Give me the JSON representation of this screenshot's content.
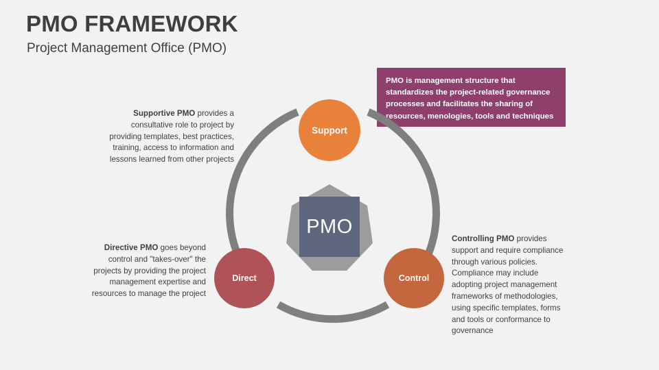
{
  "header": {
    "title": "PMO FRAMEWORK",
    "subtitle": "Project Management Office (PMO)"
  },
  "callout": {
    "text": "PMO is management structure that standardizes the project-related governance processes and facilitates the sharing of resources, menologies, tools and techniques",
    "background_color": "#8e3f6b",
    "text_color": "#ffffff"
  },
  "diagram": {
    "center": {
      "label": "PMO",
      "square_color": "#5e677d",
      "polygon_color": "#9c9c9c"
    },
    "ring_color": "#7f7f7f",
    "nodes": [
      {
        "id": "support",
        "label": "Support",
        "color": "#e8813a"
      },
      {
        "id": "direct",
        "label": "Direct",
        "color": "#b05358"
      },
      {
        "id": "control",
        "label": "Control",
        "color": "#c4663e"
      }
    ]
  },
  "descriptions": {
    "supportive": {
      "lead": "Supportive PMO",
      "body": " provides a consultative role to project by providing templates, best practices, training, access to information and lessons learned from other projects"
    },
    "directive": {
      "lead": "Directive PMO",
      "body": " goes beyond control and \"takes-over\" the projects by providing the project management expertise and resources to manage the project"
    },
    "controlling": {
      "lead": "Controlling PMO",
      "body": " provides support and require compliance through various policies. Compliance may include adopting project management frameworks of methodologies, using specific templates, forms and tools or conformance to governance"
    }
  },
  "theme": {
    "background_color": "#f2f2f2",
    "text_color": "#3f3f3f"
  }
}
